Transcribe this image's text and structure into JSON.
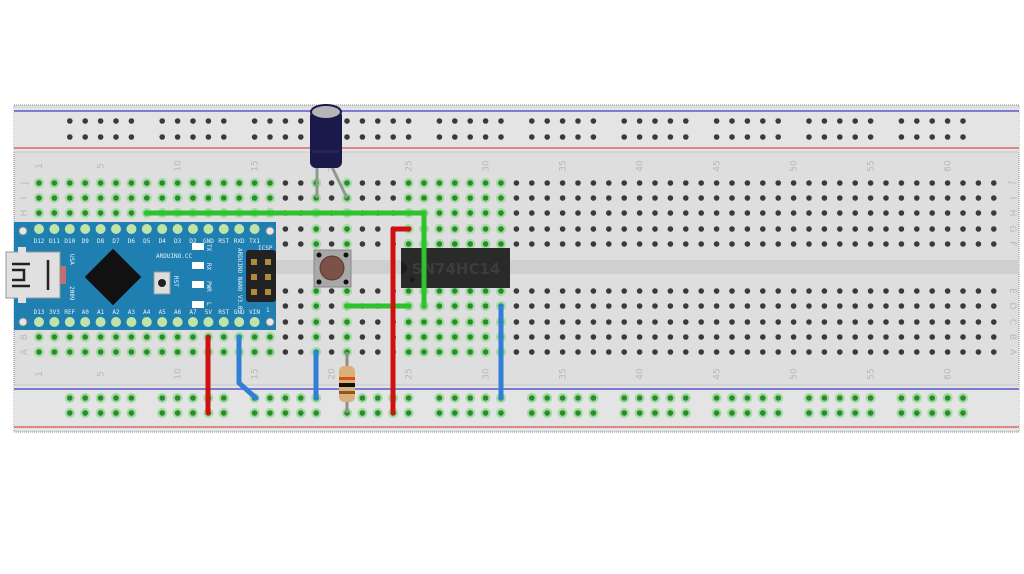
{
  "breadboard": {
    "columns": 63,
    "row_labels_top": [
      "J",
      "I",
      "H",
      "G",
      "F"
    ],
    "row_labels_bottom": [
      "E",
      "D",
      "C",
      "B",
      "A"
    ],
    "column_number_labels": [
      "1",
      "5",
      "10",
      "15",
      "20",
      "25",
      "30",
      "35",
      "40",
      "45",
      "50",
      "55",
      "60"
    ],
    "colors": {
      "board": "#dcdcdc",
      "hole": "#3a3a3a",
      "hole_connected": "#2c8a2c",
      "rail_red": "#d86a6a",
      "rail_blue": "#5a5ad0"
    }
  },
  "arduino": {
    "label_brand": "ARDUINO.CC",
    "label_model": "ARDUINO NANO V3.0",
    "label_icsp": "ICSP",
    "label_rst": "RST",
    "label_usa": "USA",
    "label_year": "2009",
    "led_labels": [
      "TX",
      "RX",
      "PWR",
      "L"
    ],
    "top_pins": [
      "D12",
      "D11",
      "D10",
      "D9",
      "D8",
      "D7",
      "D6",
      "D5",
      "D4",
      "D3",
      "D2",
      "GND",
      "RST",
      "RXD",
      "TX1"
    ],
    "bottom_pins": [
      "D13",
      "3V3",
      "REF",
      "A0",
      "A1",
      "A2",
      "A3",
      "A4",
      "A5",
      "A6",
      "A7",
      "5V",
      "RST",
      "GND",
      "VIN"
    ],
    "icsp_pin1": "1",
    "colors": {
      "board": "#1f7fb0",
      "pad": "#bfe3a8"
    }
  },
  "ic": {
    "label": "SN74HC14",
    "color": "#2a2a2a"
  },
  "components": {
    "capacitor": "electrolytic-capacitor",
    "button": "push-button",
    "resistor": "resistor"
  },
  "wires": [
    {
      "color": "#2ec22e",
      "name": "green-wire-d5-to-col26"
    },
    {
      "color": "#2ec22e",
      "name": "green-wire-button-to-col25"
    },
    {
      "color": "#d01010",
      "name": "red-wire-5v-to-rail"
    },
    {
      "color": "#d01010",
      "name": "red-wire-col24-rail"
    },
    {
      "color": "#2f7fd6",
      "name": "blue-wire-gnd-to-rail"
    },
    {
      "color": "#2f7fd6",
      "name": "blue-wire-col19-rail"
    },
    {
      "color": "#2f7fd6",
      "name": "blue-wire-col31-rail"
    }
  ]
}
